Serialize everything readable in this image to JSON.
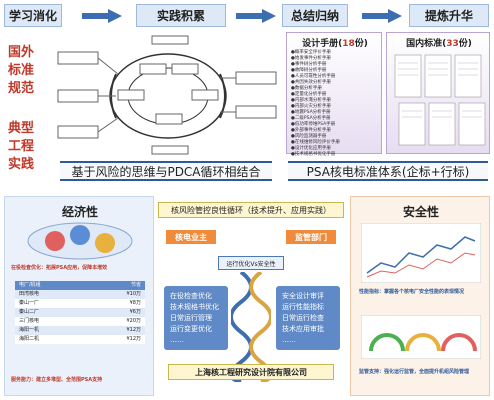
{
  "process_row": {
    "stages": [
      {
        "label": "学习消化"
      },
      {
        "label": "实践积累"
      },
      {
        "label": "总结归纳"
      },
      {
        "label": "提炼升华"
      }
    ]
  },
  "left_labels": {
    "foreign": "国外标准规范",
    "typical": "典型工程实践"
  },
  "pdca_caption": "基于风险的思维与PDCA循环相结合",
  "design_manual": {
    "title_prefix": "设计手册(",
    "count": "18",
    "title_suffix": "份)",
    "items": [
      "●概率安全评价手册",
      "●始发事件分析手册",
      "●事件树分析手册",
      "●故障树分析手册",
      "●人员可靠性分析手册",
      "●共因失效分析手册",
      "●数据分析手册",
      "●定量化分析手册",
      "●内部水淹分析手册",
      "●内部火灾分析手册",
      "●地震PSA分析手册",
      "●二级PSA分析手册",
      "●低功率停堆PSA手册",
      "●外部事件分析手册",
      "●风险监测器手册",
      "●在线维修风险评价手册",
      "●设计优化应用手册",
      "●技术规格书优化手册"
    ]
  },
  "domestic_standards": {
    "title_prefix": "国内标准(",
    "count": "33",
    "title_suffix": "份)"
  },
  "psa_caption": "PSA核电标准体系(企标+行标)",
  "economy": {
    "title": "经济性",
    "note": "在役检查优化：拓展PSA应用，促降本增效",
    "table_header": [
      "电厂/机组",
      "节省"
    ],
    "rows": [
      [
        "田湾核电",
        "¥10万"
      ],
      [
        "秦山一厂",
        "¥8万"
      ],
      [
        "秦山二厂",
        "¥6万"
      ],
      [
        "三门核电",
        "¥20万"
      ],
      [
        "海阳一机",
        "¥12万"
      ],
      [
        "海阳二机",
        "¥12万"
      ]
    ],
    "service": "服务能力：建立多堆型、全范围PSA支持"
  },
  "center": {
    "header": "核风险管控良性循环（技术提升、应用实践）",
    "left_owner": "核电业主",
    "right_owner": "监管部门",
    "middle": "运行优化Vs安全性",
    "left_items": [
      "在役检查优化",
      "技术规格书优化",
      "日常运行管理",
      "运行变更优化",
      "……"
    ],
    "right_items": [
      "安全设计审评",
      "运行性能指标",
      "日常运行检查",
      "技术应用审批",
      "……"
    ],
    "footer": "上海核工程研究设计院有限公司"
  },
  "safety": {
    "title": "安全性",
    "perf": "性能指标：掌握各个核电厂安全性能的表现情况",
    "supervise": "监管支持：强化运行监管，全面提升机组风险管理"
  },
  "colors": {
    "blue": "#3e6eb2",
    "orange": "#ef8b3a",
    "red": "#c0392b",
    "purple": "#b9a5d1"
  }
}
